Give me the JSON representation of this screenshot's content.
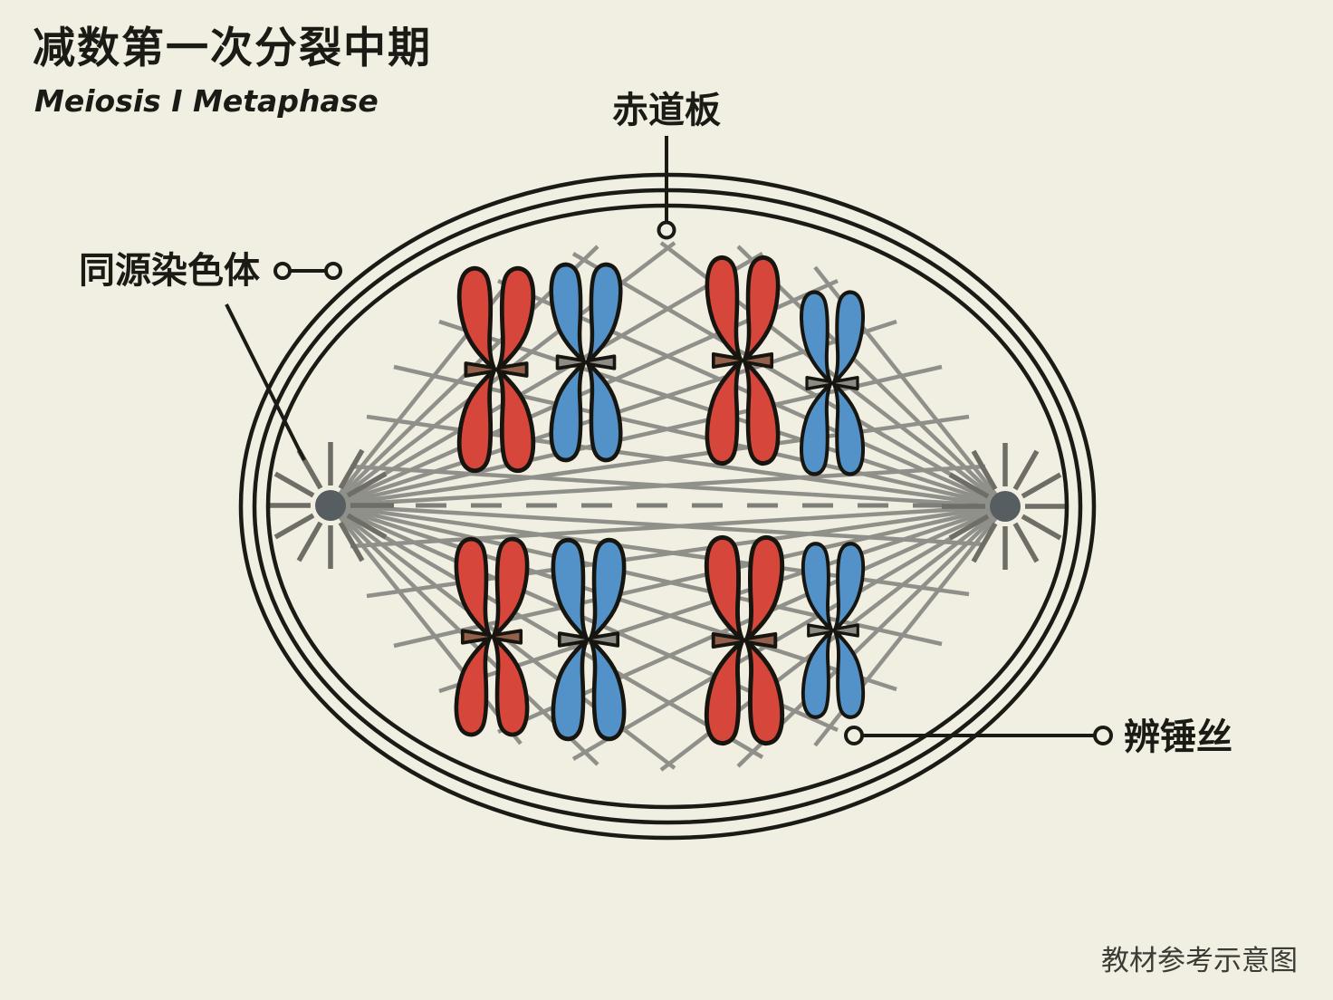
{
  "header": {
    "title_zh": "减数第一次分裂中期",
    "title_en": "Meiosis I Metaphase"
  },
  "labels": {
    "equatorial_plate": "赤道板",
    "homologous_chromosome": "同源染色体",
    "spindle_fiber": "辨锤丝"
  },
  "footnote": "教材参考示意图",
  "colors": {
    "background": "#f1eee2",
    "ink": "#1b1b16",
    "chromosome_red": "#d7463a",
    "chromosome_blue": "#5292c8",
    "centromere_red": "#92604b",
    "centromere_blue": "#8c8c85",
    "spindle_fiber": "#90908a",
    "aster_ray": "#6e6e67",
    "centrosome": "#575e62",
    "equator_dash": "#7f7f79",
    "footnote_text": "#3c3c36"
  },
  "diagram": {
    "phase_zh": "减数第一次分裂中期",
    "phase_en": "Meiosis I Metaphase",
    "membrane_rings": 3,
    "centrosomes": 2,
    "chromosome_pairs": 4,
    "chromosomes": [
      {
        "id": "top-left-red",
        "color": "red"
      },
      {
        "id": "top-left-blue",
        "color": "blue"
      },
      {
        "id": "top-right-red",
        "color": "red"
      },
      {
        "id": "top-right-blue",
        "color": "blue"
      },
      {
        "id": "bottom-left-red",
        "color": "red"
      },
      {
        "id": "bottom-left-blue",
        "color": "blue"
      },
      {
        "id": "bottom-right-red",
        "color": "red"
      },
      {
        "id": "bottom-right-blue",
        "color": "blue"
      }
    ]
  }
}
